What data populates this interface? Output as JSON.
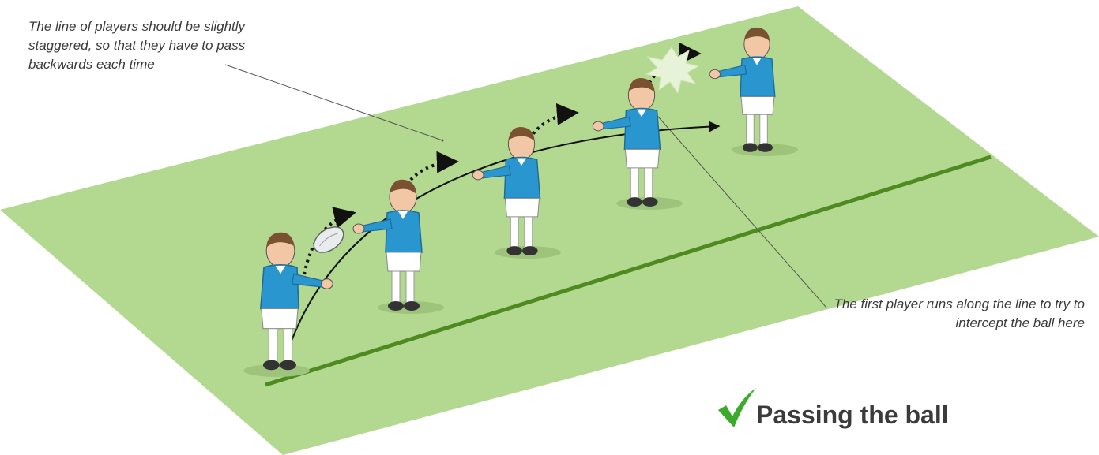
{
  "annotations": {
    "top_left": "The line of players should be slightly staggered, so that they have to pass backwards each time",
    "bottom_right": "The first player runs along the line to try to intercept the ball here"
  },
  "title": "Passing the ball",
  "colors": {
    "pitch": "#b3d88f",
    "line": "#4f8a21",
    "jersey": "#2a96cf",
    "check": "#3cab2b"
  },
  "icons": [
    "checkmark-icon",
    "rugby-ball-icon",
    "impact-burst-icon"
  ]
}
